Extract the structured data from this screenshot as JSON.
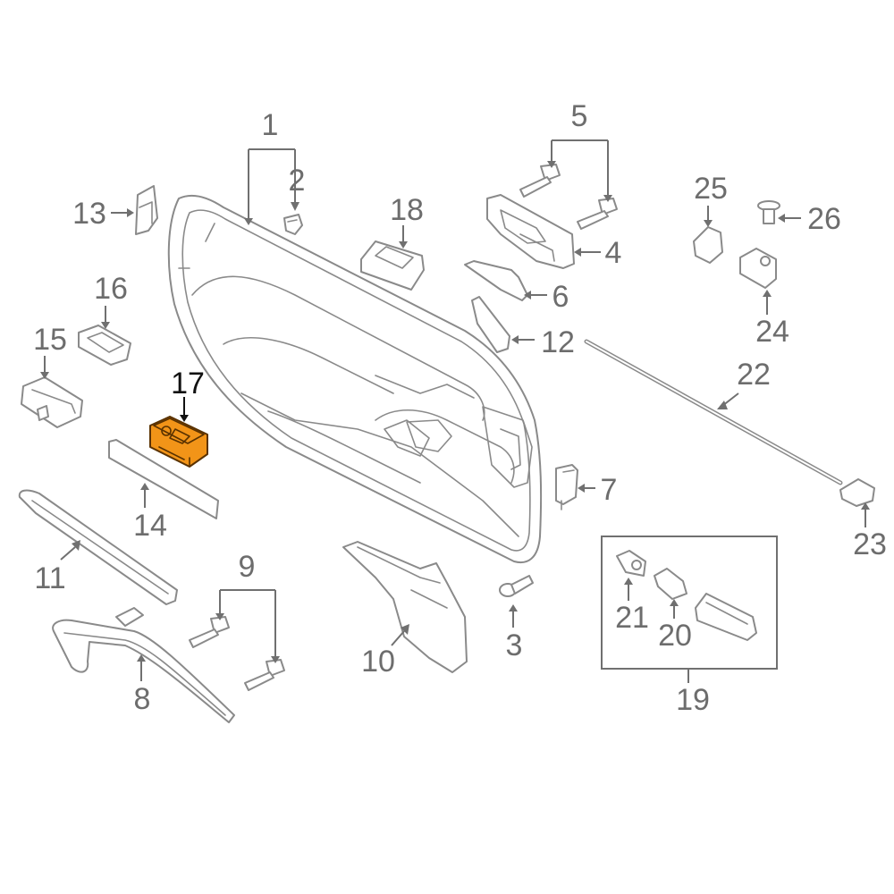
{
  "highlight_color": "#F29418",
  "highlighted_callout": "17",
  "callouts": {
    "c1": "1",
    "c2": "2",
    "c3": "3",
    "c4": "4",
    "c5": "5",
    "c6": "6",
    "c7": "7",
    "c8": "8",
    "c9": "9",
    "c10": "10",
    "c11": "11",
    "c12": "12",
    "c13": "13",
    "c14": "14",
    "c15": "15",
    "c16": "16",
    "c17": "17",
    "c18": "18",
    "c19": "19",
    "c20": "20",
    "c21": "21",
    "c22": "22",
    "c23": "23",
    "c24": "24",
    "c25": "25",
    "c26": "26"
  }
}
